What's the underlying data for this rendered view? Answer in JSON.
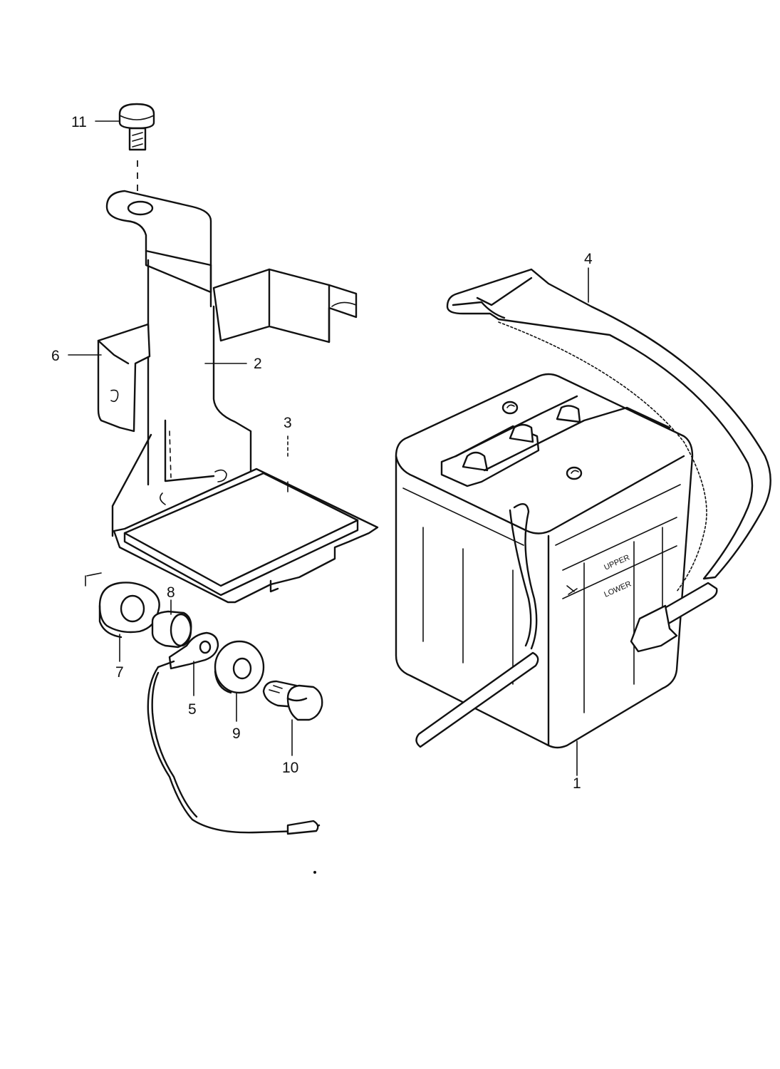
{
  "labels": {
    "l1": "1",
    "l2": "2",
    "l3": "3",
    "l4": "4",
    "l5": "5",
    "l6": "6",
    "l7": "7",
    "l8": "8",
    "l9": "9",
    "l10": "10",
    "l11": "11"
  },
  "battery_text": {
    "upper": "UPPER",
    "lower": "LOWER"
  }
}
